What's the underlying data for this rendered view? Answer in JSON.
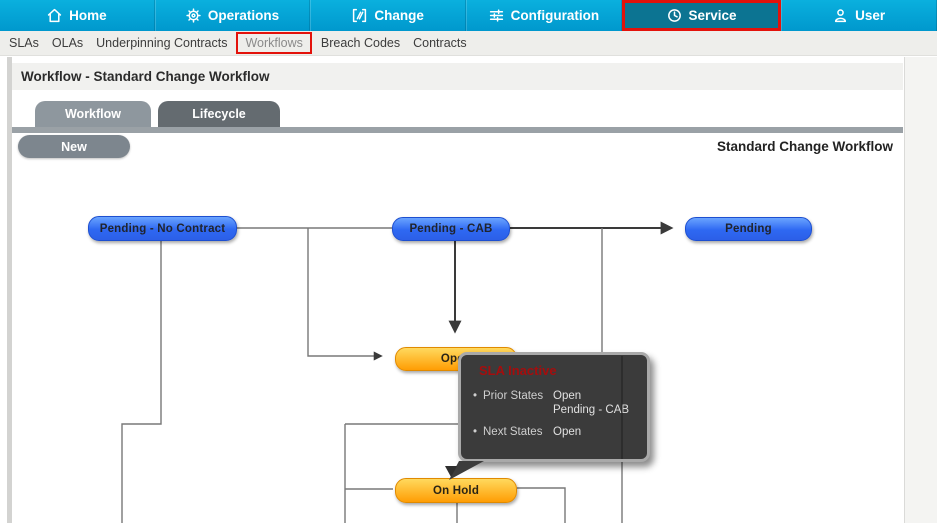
{
  "topnav": {
    "items": [
      {
        "label": "Home"
      },
      {
        "label": "Operations"
      },
      {
        "label": "Change"
      },
      {
        "label": "Configuration"
      },
      {
        "label": "Service"
      },
      {
        "label": "User"
      }
    ],
    "selected": "Service",
    "bar_color": "#00a3d6",
    "selected_bg": "#0c7492",
    "highlight_color": "#e3120b"
  },
  "subnav": {
    "items": [
      "SLAs",
      "OLAs",
      "Underpinning Contracts",
      "Workflows",
      "Breach Codes",
      "Contracts"
    ],
    "selected": "Workflows"
  },
  "page": {
    "title": "Workflow - Standard Change Workflow"
  },
  "tabs": [
    {
      "label": "Workflow"
    },
    {
      "label": "Lifecycle"
    }
  ],
  "toolbar": {
    "new_label": "New",
    "workflow_name": "Standard Change Workflow"
  },
  "diagram": {
    "nodes": [
      {
        "label": "Pending - No Contract",
        "color": "blue"
      },
      {
        "label": "Pending - CAB",
        "color": "blue"
      },
      {
        "label": "Pending",
        "color": "blue"
      },
      {
        "label": "Open",
        "color": "orange"
      },
      {
        "label": "On Hold",
        "color": "orange"
      }
    ],
    "node_colors": {
      "blue": "#2f6cf4",
      "orange": "#ffa70f"
    },
    "tooltip": {
      "title": "SLA Inactive",
      "rows": [
        {
          "label": "Prior States",
          "values": [
            "Open",
            "Pending - CAB"
          ]
        },
        {
          "label": "Next States",
          "values": [
            "Open"
          ]
        }
      ]
    }
  }
}
